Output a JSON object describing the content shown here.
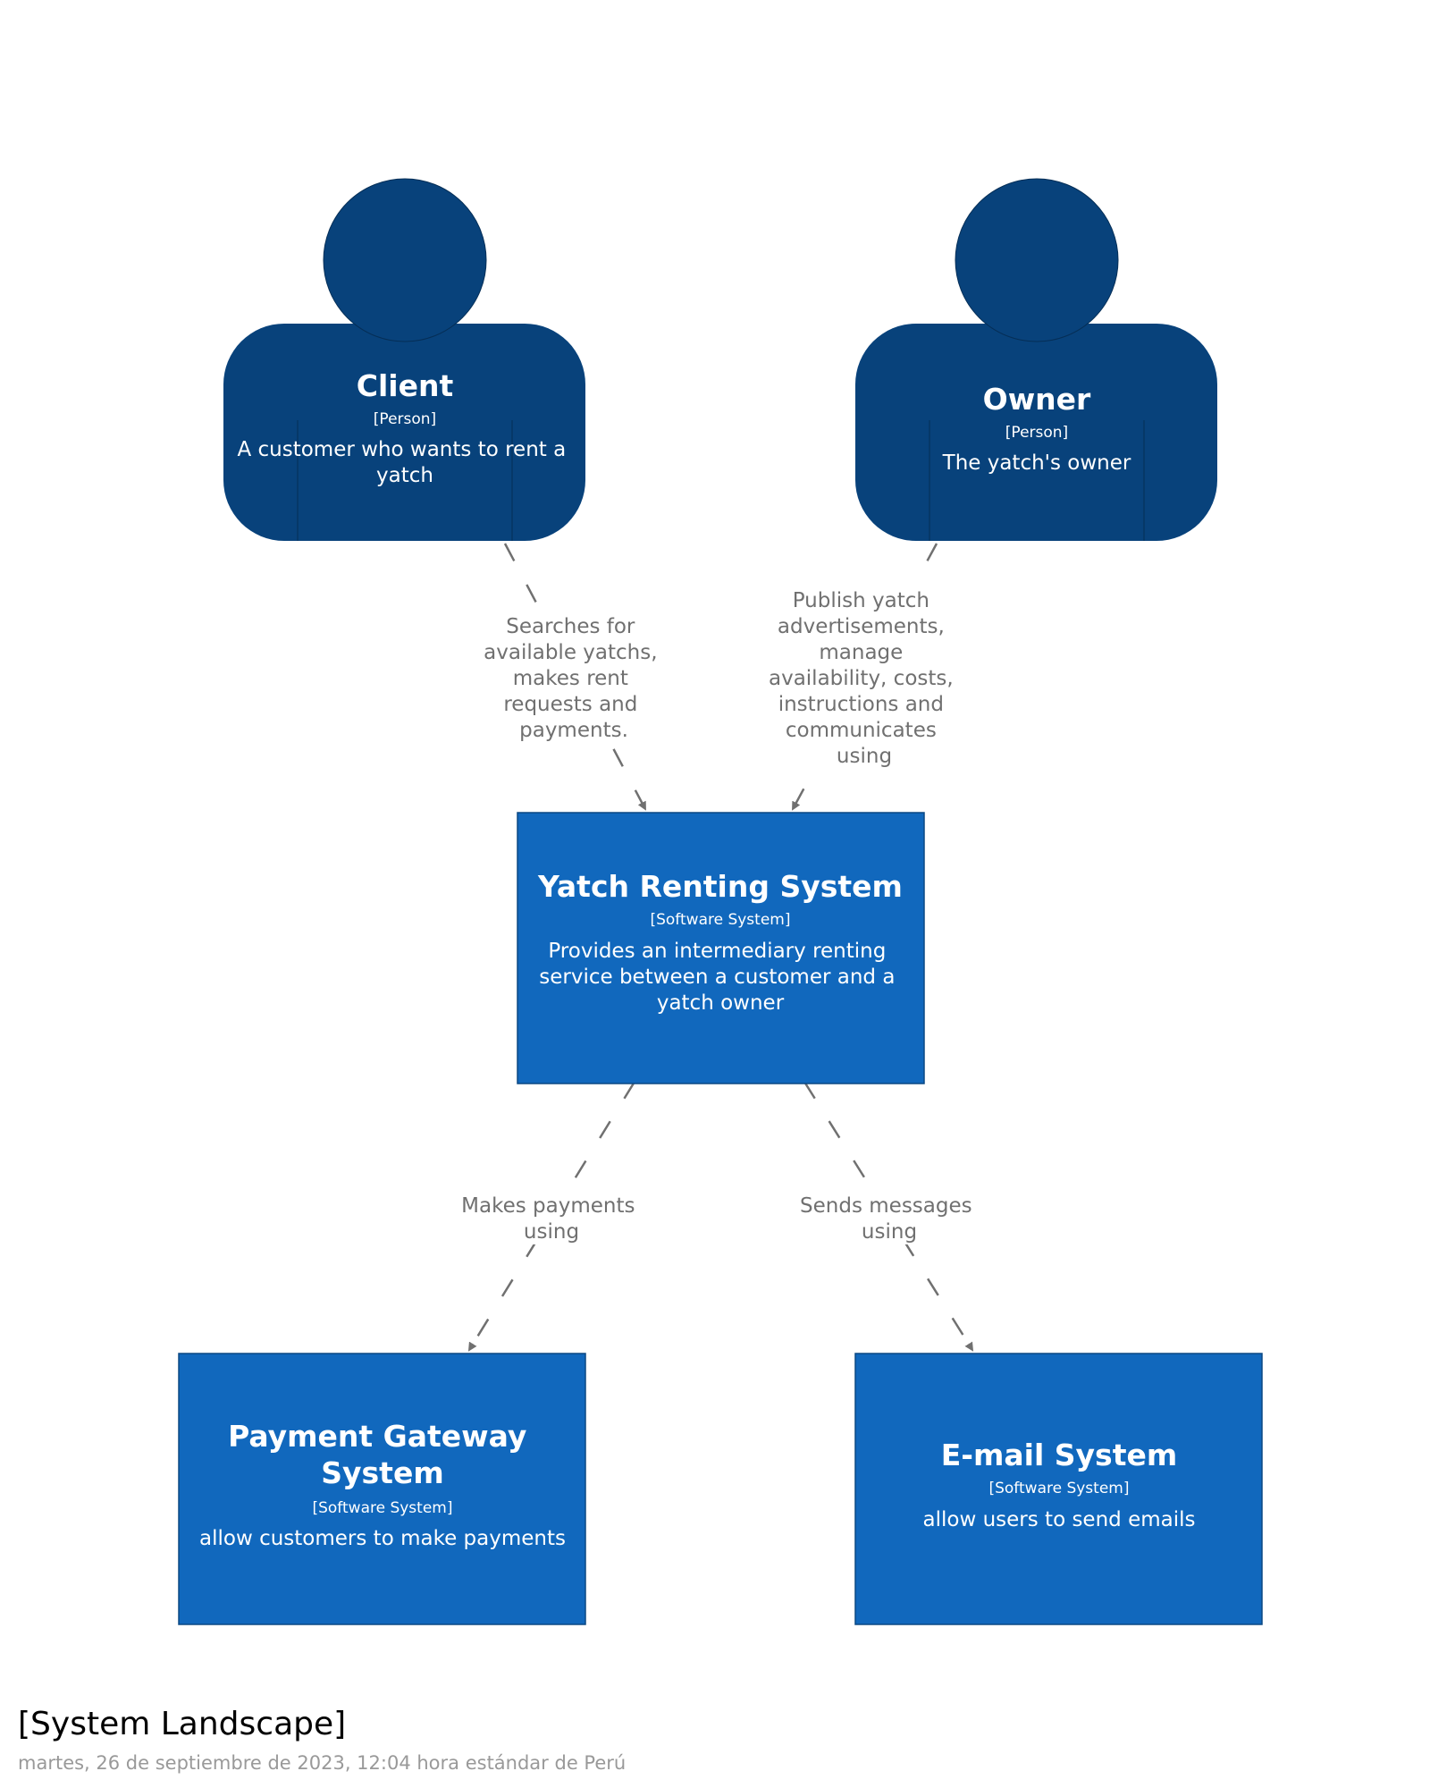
{
  "diagram": {
    "title": "[System Landscape]",
    "footer": "martes, 26 de septiembre de 2023, 12:04 hora estándar de Perú",
    "colors": {
      "person": "#08427B",
      "system": "#1168BD",
      "relationship": "#707070"
    },
    "nodes": {
      "client": {
        "name": "Client",
        "type": "[Person]",
        "desc_lines": [
          "A customer who wants to rent a",
          "yatch"
        ]
      },
      "owner": {
        "name": "Owner",
        "type": "[Person]",
        "desc_lines": [
          "The yatch's owner"
        ]
      },
      "yatch": {
        "name": "Yatch Renting System",
        "type": "[Software System]",
        "desc_lines": [
          "Provides an intermediary renting",
          "service between a customer and a",
          "yatch owner"
        ]
      },
      "payment": {
        "name_lines": [
          "Payment Gateway",
          "System"
        ],
        "type": "[Software System]",
        "desc_lines": [
          "allow customers to make payments"
        ]
      },
      "email": {
        "name": "E-mail System",
        "type": "[Software System]",
        "desc_lines": [
          "allow users to send emails"
        ]
      }
    },
    "relationships": {
      "client_yatch": [
        "Searches for",
        "available yatchs,",
        "makes rent",
        "requests and",
        "payments."
      ],
      "owner_yatch": [
        "Publish yatch",
        "advertisements,",
        "manage",
        "availability, costs,",
        "instructions and",
        "communicates",
        "using"
      ],
      "yatch_payment": [
        "Makes payments",
        "using"
      ],
      "yatch_email": [
        "Sends messages",
        "using"
      ]
    }
  }
}
